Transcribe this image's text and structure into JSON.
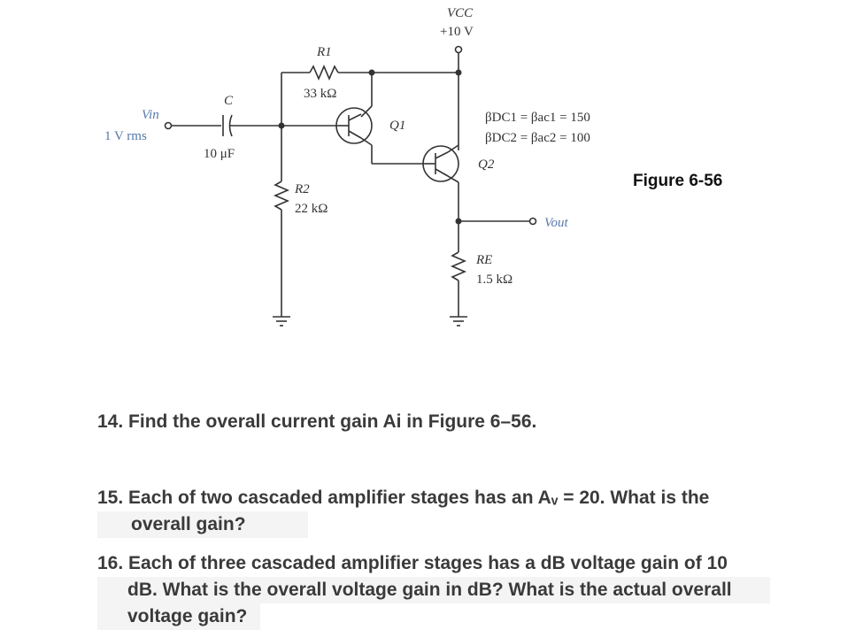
{
  "circuit": {
    "vcc_label": "VCC",
    "vcc_value": "+10 V",
    "r1_name": "R1",
    "r1_value": "33 kΩ",
    "r2_name": "R2",
    "r2_value": "22 kΩ",
    "re_name": "RE",
    "re_value": "1.5 kΩ",
    "cap_name": "C",
    "cap_value": "10 μF",
    "vin_label": "Vin",
    "vin_value": "1 V rms",
    "vout_label": "Vout",
    "q1_label": "Q1",
    "q2_label": "Q2",
    "beta1": "βDC1 = βac1 = 150",
    "beta2": "βDC2 = βac2 = 100"
  },
  "figure_label": "Figure 6-56",
  "questions": {
    "q14": "14. Find the overall current gain Ai in Figure 6–56.",
    "q15_line1": "15. Each of two cascaded amplifier stages has an Aᵥ = 20. What is the",
    "q15_line2": "overall gain?",
    "q16_line1": "16. Each of three cascaded amplifier stages has a dB voltage gain of 10",
    "q16_line2": "dB. What is the overall voltage gain in dB? What is the actual overall",
    "q16_line3": "voltage gain?"
  }
}
